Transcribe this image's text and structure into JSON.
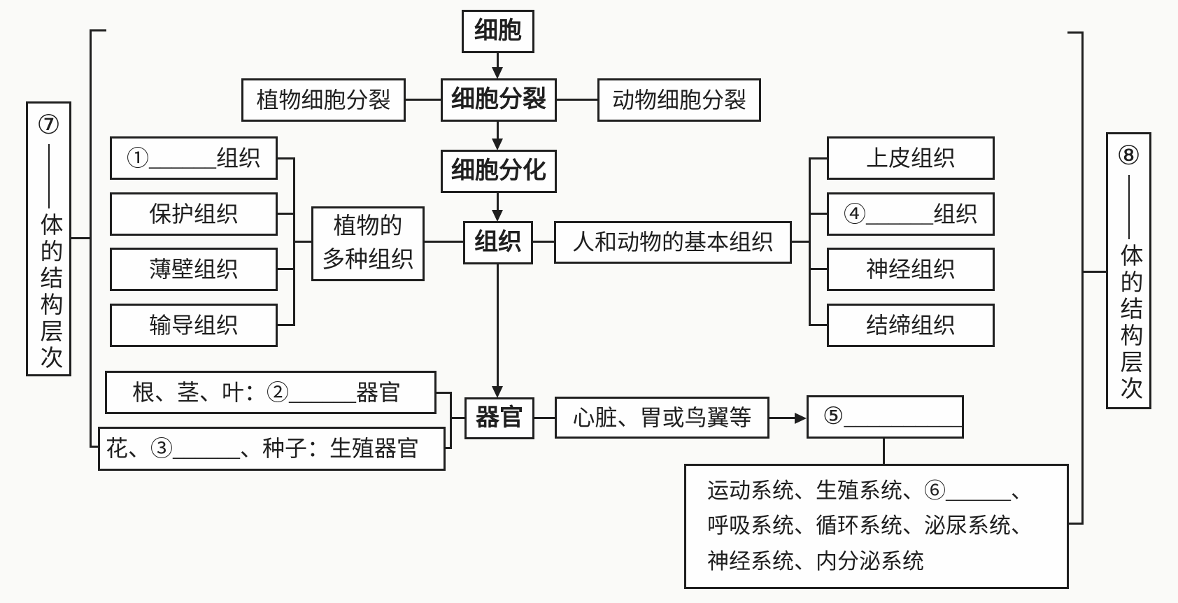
{
  "diagram": {
    "title_hint": "生物体的结构层次概念图",
    "nodes": {
      "cell": "细胞",
      "plant_cell_division": "植物细胞分裂",
      "cell_division": "细胞分裂",
      "animal_cell_division": "动物细胞分裂",
      "cell_differentiation": "细胞分化",
      "tissue": "组织",
      "plant_tissue_group_line1": "植物的",
      "plant_tissue_group_line2": "多种组织",
      "plant_tissue_items": [
        "①______组织",
        "保护组织",
        "薄壁组织",
        "输导组织"
      ],
      "human_animal_tissue_group": "人和动物的基本组织",
      "animal_tissue_items": [
        "上皮组织",
        "④______组织",
        "神经组织",
        "结缔组织"
      ],
      "organ": "器官",
      "vegetative_organs": "根、茎、叶：②______器官",
      "reproductive_organs": "花、③______、种子：生殖器官",
      "organ_examples": "心脏、胃或鸟翼等",
      "system_blank": "⑤__________",
      "systems_lines": [
        "运动系统、生殖系统、⑥______、",
        "呼吸系统、循环系统、泌尿系统、",
        "神经系统、内分泌系统"
      ],
      "left_hierarchy": {
        "number": "⑦",
        "label": "体的结构层次"
      },
      "right_hierarchy": {
        "number": "⑧",
        "label": "体的结构层次"
      }
    },
    "colors": {
      "line": "#1f1f1f",
      "background": "#fafaf8",
      "box_background": "#fefefe"
    }
  }
}
